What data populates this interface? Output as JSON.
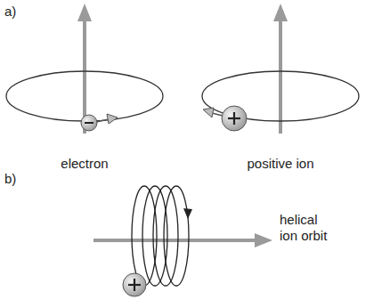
{
  "diagram": {
    "labels": [
      "a)",
      "electron",
      "positive ion",
      "b)",
      "helical ion orbit"
    ]
  }
}
